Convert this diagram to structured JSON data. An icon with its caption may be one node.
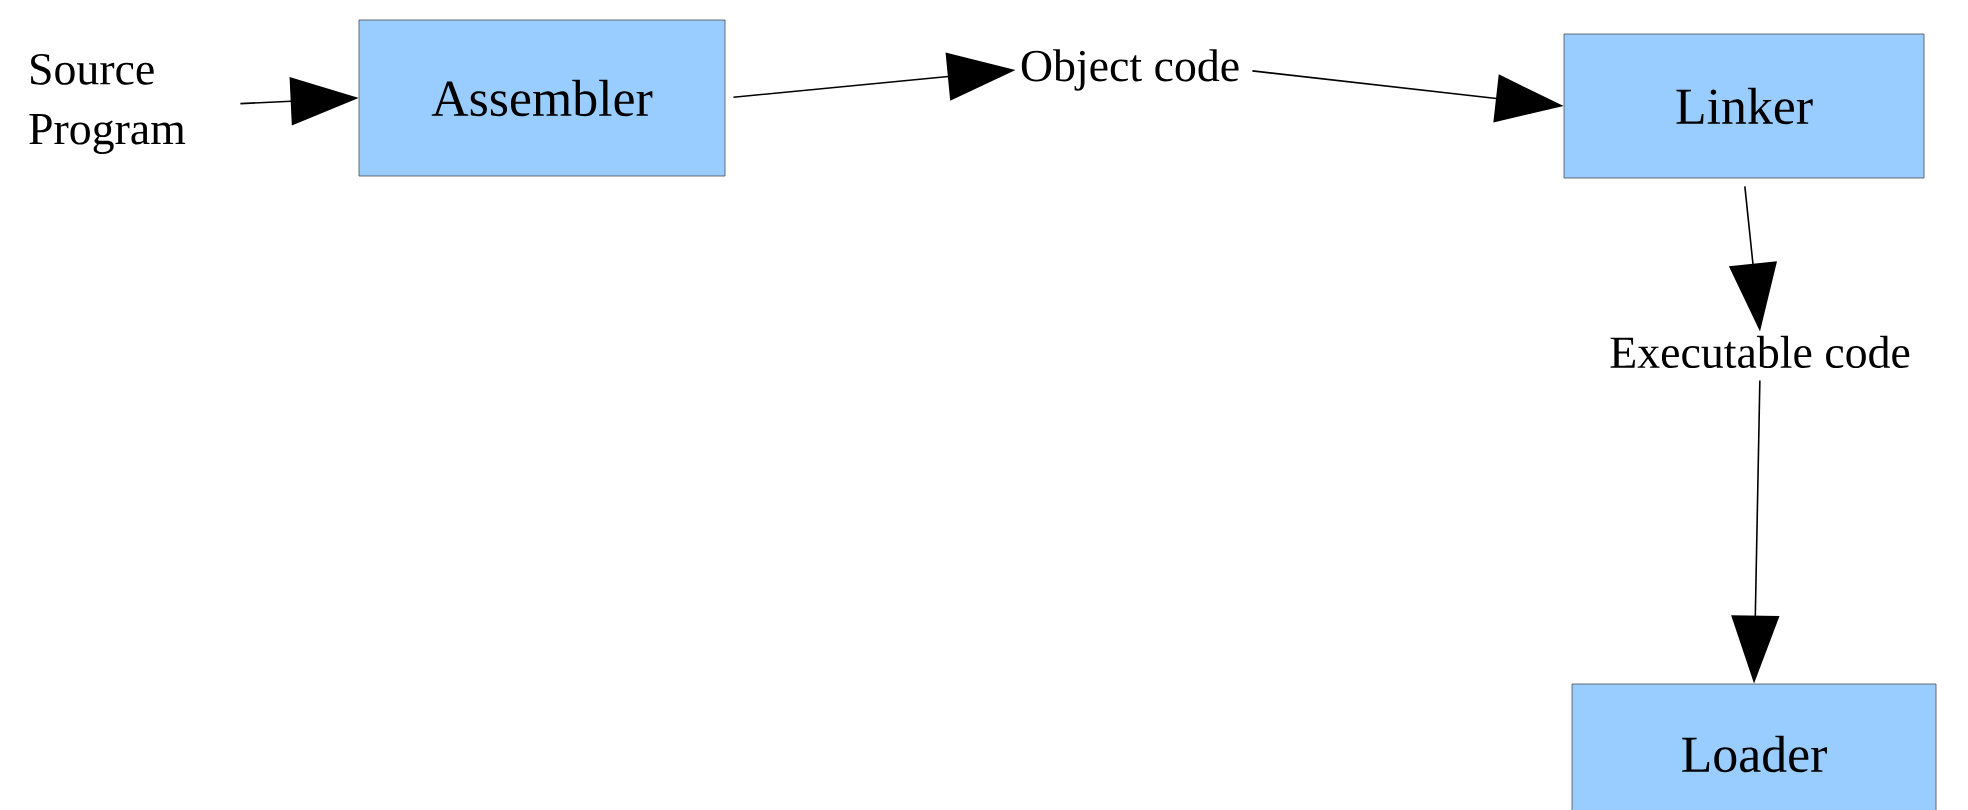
{
  "diagram": {
    "nodes": [
      {
        "text": [
          "Source Program"
        ]
      },
      {
        "text": [
          "Assembler"
        ]
      },
      {
        "text": [
          "Object code"
        ]
      },
      {
        "text": [
          "Linker"
        ]
      },
      {
        "text": [
          "Executable code"
        ]
      },
      {
        "text": [
          "Loader"
        ]
      }
    ],
    "edges": [
      {
        "from": 0,
        "to": 1,
        "arrow": "to"
      },
      {
        "from": 1,
        "to": 2,
        "arrow": "to"
      },
      {
        "from": 2,
        "to": 3,
        "arrow": "to"
      },
      {
        "from": 3,
        "to": 4,
        "arrow": "to"
      },
      {
        "from": 4,
        "to": 5,
        "arrow": "to"
      }
    ]
  }
}
